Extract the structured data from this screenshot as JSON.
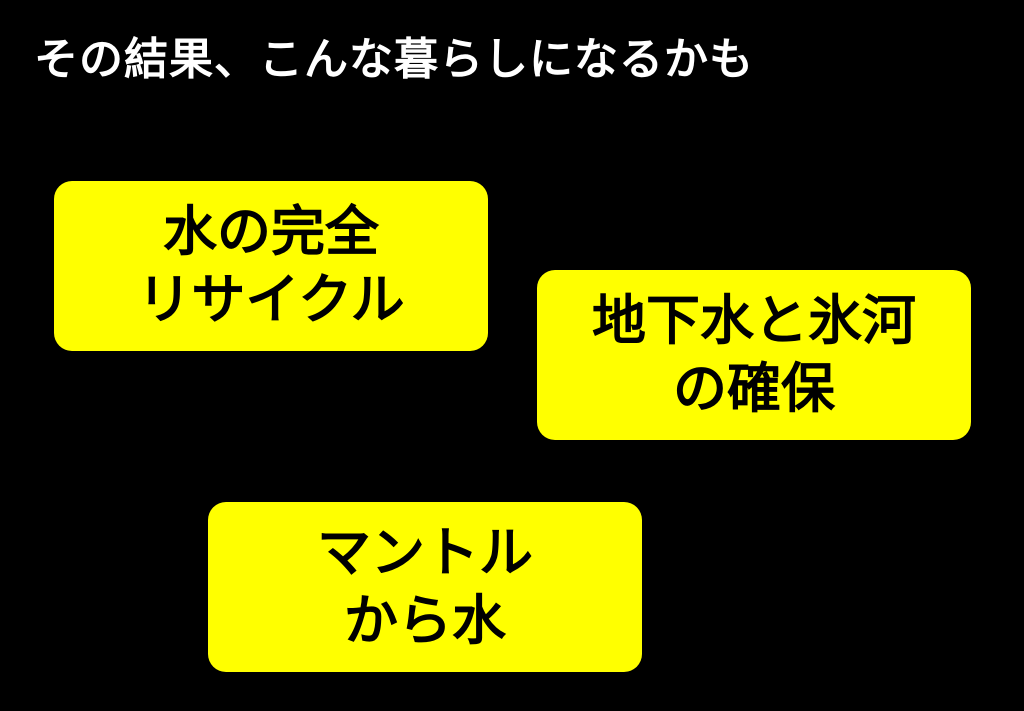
{
  "slide": {
    "title": "その結果、こんな暮らしになるかも",
    "background_color": "#000000",
    "title_color": "#ffffff",
    "callout_color": "#ffff00",
    "callouts": [
      {
        "lines": [
          "水の完全",
          "リサイクル"
        ]
      },
      {
        "lines": [
          "地下水と氷河",
          "の確保"
        ]
      },
      {
        "lines": [
          "マントル",
          "から水"
        ]
      }
    ]
  }
}
